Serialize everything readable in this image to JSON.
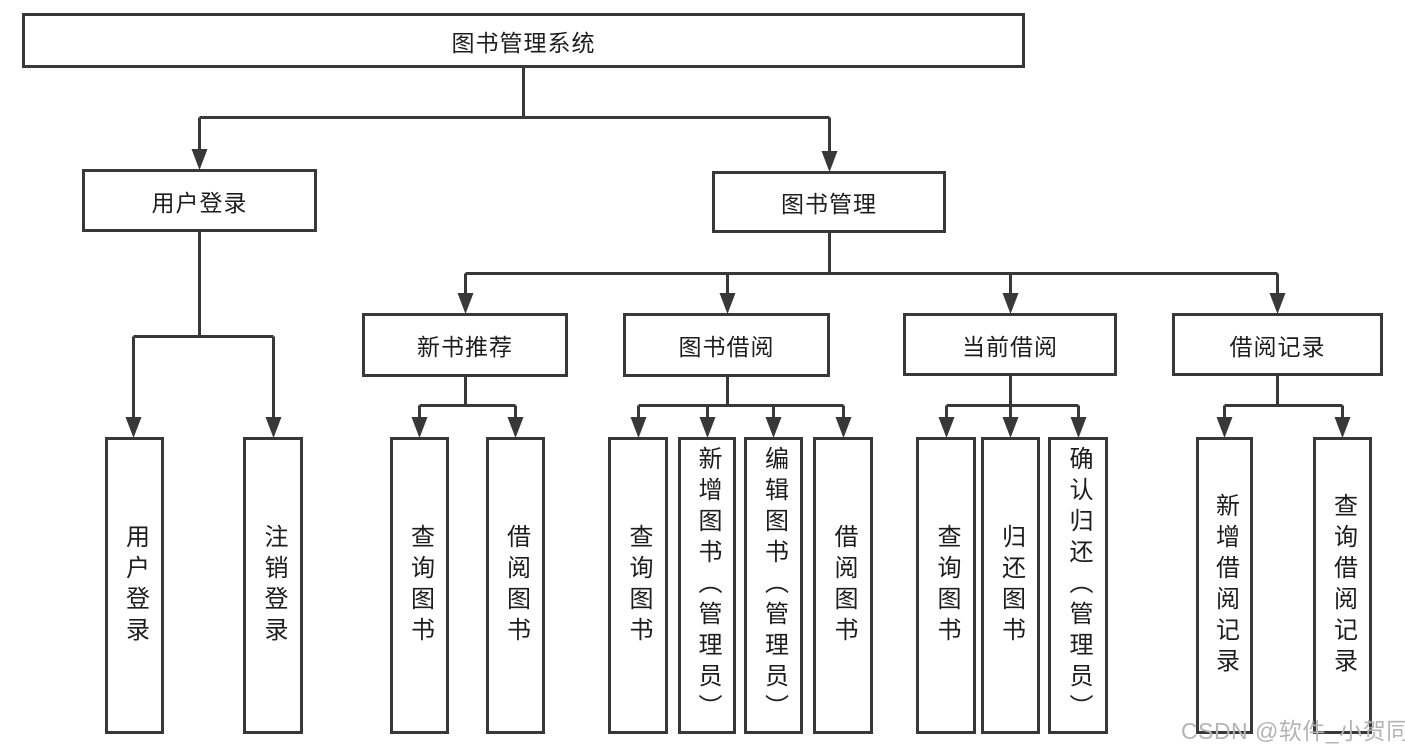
{
  "diagram": {
    "title": "图书管理系统",
    "root": {
      "label": "图书管理系统"
    },
    "level2": [
      {
        "id": "user-login",
        "label": "用户登录"
      },
      {
        "id": "book-management",
        "label": "图书管理"
      }
    ],
    "level3": [
      {
        "id": "new-book-recommend",
        "label": "新书推荐"
      },
      {
        "id": "book-borrowing",
        "label": "图书借阅"
      },
      {
        "id": "current-borrowing",
        "label": "当前借阅"
      },
      {
        "id": "borrowing-records",
        "label": "借阅记录"
      }
    ],
    "leaves": [
      {
        "id": "user-login-leaf",
        "label": "用户登录"
      },
      {
        "id": "logout",
        "label": "注销登录"
      },
      {
        "id": "query-books-1",
        "label": "查询图书"
      },
      {
        "id": "borrow-books-1",
        "label": "借阅图书"
      },
      {
        "id": "query-books-2",
        "label": "查询图书"
      },
      {
        "id": "add-books-admin",
        "label": "新增图书（管理员）"
      },
      {
        "id": "edit-books-admin",
        "label": "编辑图书（管理员）"
      },
      {
        "id": "borrow-books-2",
        "label": "借阅图书"
      },
      {
        "id": "query-books-3",
        "label": "查询图书"
      },
      {
        "id": "return-books",
        "label": "归还图书"
      },
      {
        "id": "confirm-return-admin",
        "label": "确认归还（管理员）"
      },
      {
        "id": "add-borrow-record",
        "label": "新增借阅记录"
      },
      {
        "id": "query-borrow-record",
        "label": "查询借阅记录"
      }
    ]
  },
  "watermark": {
    "text": "CSDN @软件_小贺同学"
  },
  "colors": {
    "line": "#383838",
    "text": "#1d1d1d",
    "watermark": "#b4b4b4",
    "background": "#ffffff"
  }
}
